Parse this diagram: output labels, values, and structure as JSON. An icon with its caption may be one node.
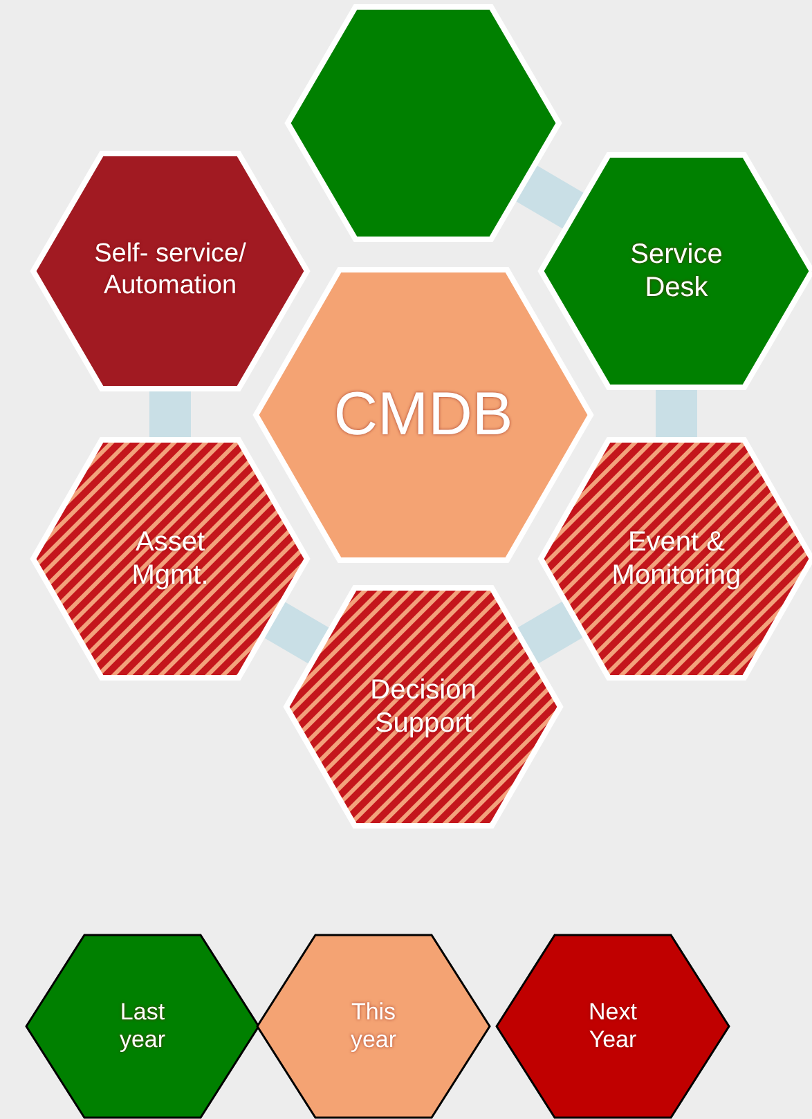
{
  "diagram": {
    "nodes": [
      {
        "text": [],
        "shape": "hexagon"
      },
      {
        "text": [
          "Self- service/ Automation"
        ]
      },
      {
        "text": [
          "Service Desk"
        ]
      },
      {
        "text": [
          "CMDB"
        ]
      },
      {
        "text": [
          "Asset Mgmt."
        ]
      },
      {
        "text": [
          "Event & Monitoring"
        ]
      },
      {
        "text": [
          "Decision Support"
        ]
      }
    ],
    "edges": [
      {
        "from": 0,
        "to": 2,
        "arrow": "none"
      },
      {
        "from": 2,
        "to": 5,
        "arrow": "none"
      },
      {
        "from": 5,
        "to": 6,
        "arrow": "none"
      },
      {
        "from": 6,
        "to": 4,
        "arrow": "none"
      },
      {
        "from": 4,
        "to": 1,
        "arrow": "none"
      }
    ],
    "legend": [
      {
        "text": "Last year",
        "color": "#008000"
      },
      {
        "text": "This year",
        "color": "#f4a373"
      },
      {
        "text": "Next Year",
        "color": "#c00000"
      }
    ]
  }
}
